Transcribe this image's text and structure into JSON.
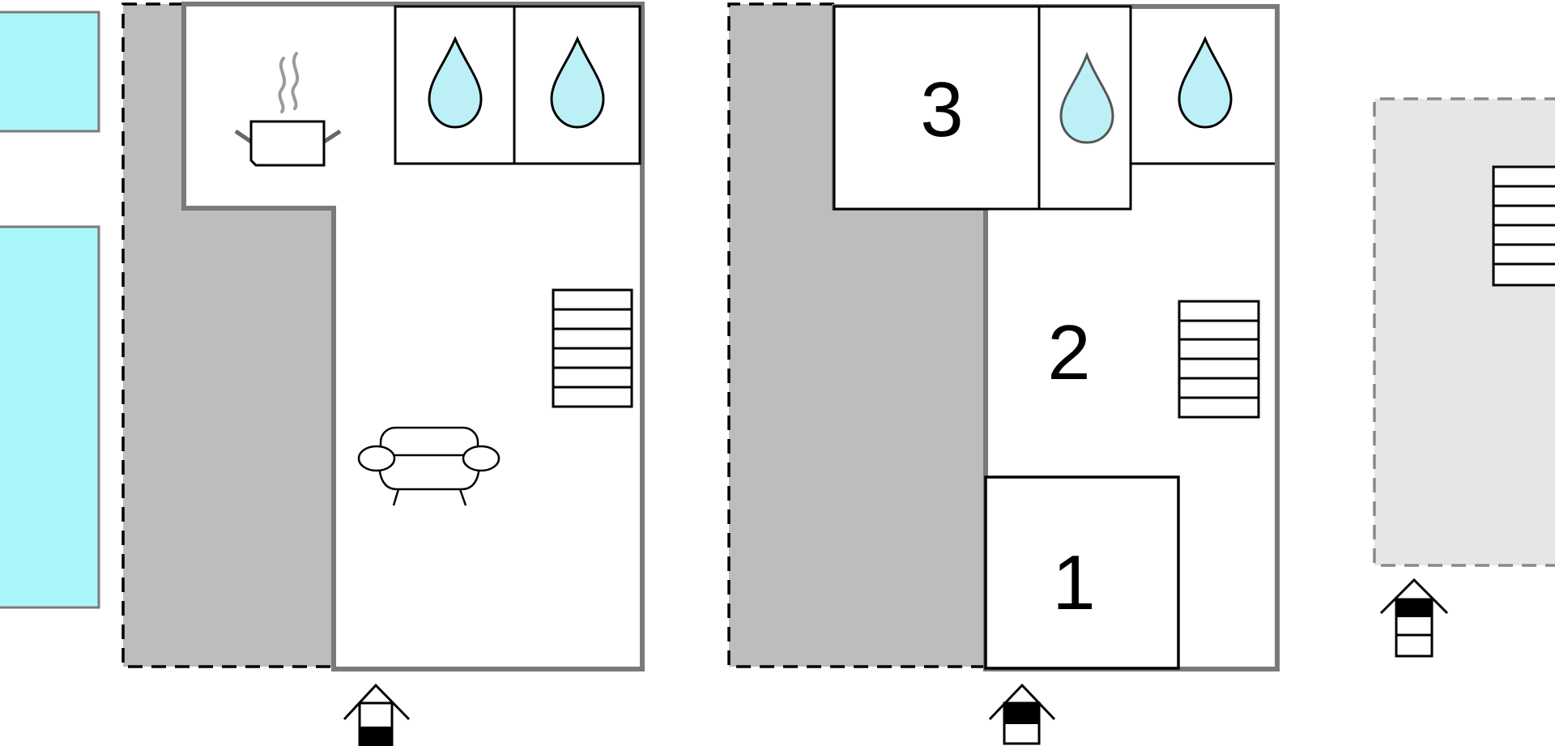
{
  "colors": {
    "pool": "#aaf7fb",
    "terrace": "#bdbdbd",
    "outer_area": "#e6e6e6",
    "wall": "#7a7a7a",
    "line": "#000000",
    "water_drop": "#bdeff7"
  },
  "rooms": {
    "room_1": "1",
    "room_2": "2",
    "room_3": "3"
  },
  "icons": {
    "kitchen": "cooking-pot-icon",
    "bathroom": "water-drop-icon",
    "stairs": "stairs-icon",
    "living": "sofa-icon",
    "entrance": "entrance-house-icon"
  }
}
